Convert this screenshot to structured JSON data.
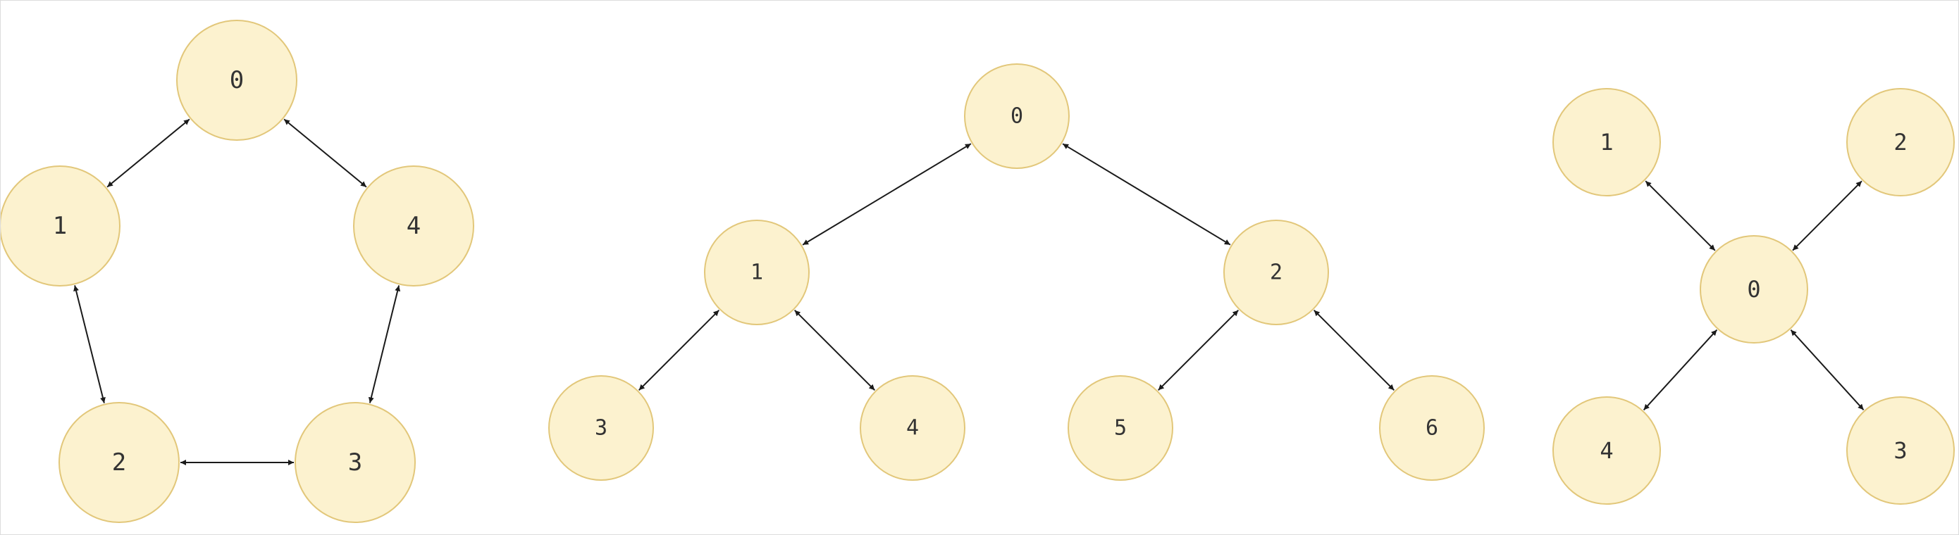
{
  "colors": {
    "node_fill": "#fcf2cf",
    "node_stroke": "#e2c77a",
    "edge": "#1a1a1a",
    "label": "#333333"
  },
  "diagrams": [
    {
      "id": "ring",
      "nodes": [
        "0",
        "1",
        "2",
        "3",
        "4"
      ],
      "edges": [
        [
          "0",
          "1"
        ],
        [
          "0",
          "4"
        ],
        [
          "1",
          "2"
        ],
        [
          "2",
          "3"
        ],
        [
          "3",
          "4"
        ]
      ],
      "bidirectional": true
    },
    {
      "id": "binary-tree",
      "nodes": [
        "0",
        "1",
        "2",
        "3",
        "4",
        "5",
        "6"
      ],
      "edges": [
        [
          "0",
          "1"
        ],
        [
          "0",
          "2"
        ],
        [
          "1",
          "3"
        ],
        [
          "1",
          "4"
        ],
        [
          "2",
          "5"
        ],
        [
          "2",
          "6"
        ]
      ],
      "bidirectional": true
    },
    {
      "id": "star",
      "nodes": [
        "0",
        "1",
        "2",
        "3",
        "4"
      ],
      "edges": [
        [
          "0",
          "1"
        ],
        [
          "0",
          "2"
        ],
        [
          "0",
          "3"
        ],
        [
          "0",
          "4"
        ]
      ],
      "bidirectional": true
    }
  ]
}
